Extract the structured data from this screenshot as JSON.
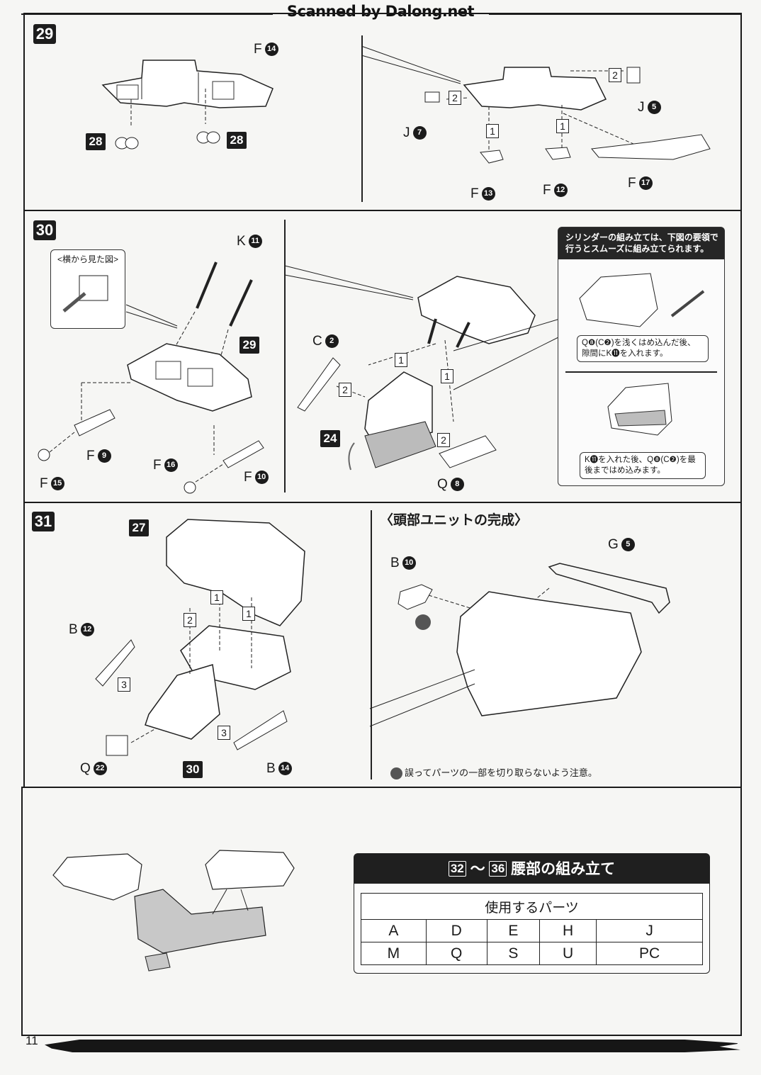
{
  "watermark": "Scanned by Dalong.net",
  "page_number": "11",
  "step29": {
    "step": "29",
    "left": {
      "part_label": {
        "letter": "F",
        "num": "14"
      },
      "refs": [
        "28",
        "28"
      ]
    },
    "right": {
      "labels": [
        {
          "letter": "J",
          "num": "5"
        },
        {
          "letter": "J",
          "num": "7"
        },
        {
          "letter": "F",
          "num": "13"
        },
        {
          "letter": "F",
          "num": "12"
        },
        {
          "letter": "F",
          "num": "17"
        }
      ],
      "order_marks": [
        "2",
        "2",
        "1",
        "1"
      ]
    }
  },
  "step30": {
    "step": "30",
    "side_view_caption": "<横から見た図>",
    "left": {
      "ref": "29",
      "labels": [
        {
          "letter": "K",
          "num": "11"
        },
        {
          "letter": "F",
          "num": "9"
        },
        {
          "letter": "F",
          "num": "15"
        },
        {
          "letter": "F",
          "num": "16"
        },
        {
          "letter": "F",
          "num": "10"
        }
      ]
    },
    "middle": {
      "ref": "24",
      "labels": [
        {
          "letter": "C",
          "num": "2"
        },
        {
          "letter": "Q",
          "num": "8"
        }
      ],
      "order_marks": [
        "1",
        "1",
        "2",
        "2"
      ]
    },
    "note": {
      "title": "シリンダーの組み立ては、下図の要領で行うとスムーズに組み立てられます。",
      "bubble1": "Q❽(C❷)を浅くはめ込んだ後、隙間にK⓫を入れます。",
      "bubble2": "K⓫を入れた後、Q❽(C❷)を最後まではめ込みます。"
    }
  },
  "step31": {
    "step": "31",
    "refs": [
      "27",
      "30"
    ],
    "labels": [
      {
        "letter": "B",
        "num": "12"
      },
      {
        "letter": "Q",
        "num": "22"
      },
      {
        "letter": "B",
        "num": "14"
      }
    ],
    "order_marks": [
      "1",
      "1",
      "2",
      "3",
      "3"
    ],
    "completion": {
      "heading": "〈頭部ユニットの完成〉",
      "labels": [
        {
          "letter": "B",
          "num": "10"
        },
        {
          "letter": "G",
          "num": "5"
        }
      ],
      "caution": "誤ってパーツの一部を切り取らないよう注意。"
    }
  },
  "parts_section": {
    "range_start": "32",
    "range_sep": "～",
    "range_end": "36",
    "title": "腰部の組み立て",
    "table_header": "使用するパーツ",
    "rows": [
      [
        "A",
        "D",
        "E",
        "H",
        "J"
      ],
      [
        "M",
        "Q",
        "S",
        "U",
        "PC"
      ]
    ]
  }
}
